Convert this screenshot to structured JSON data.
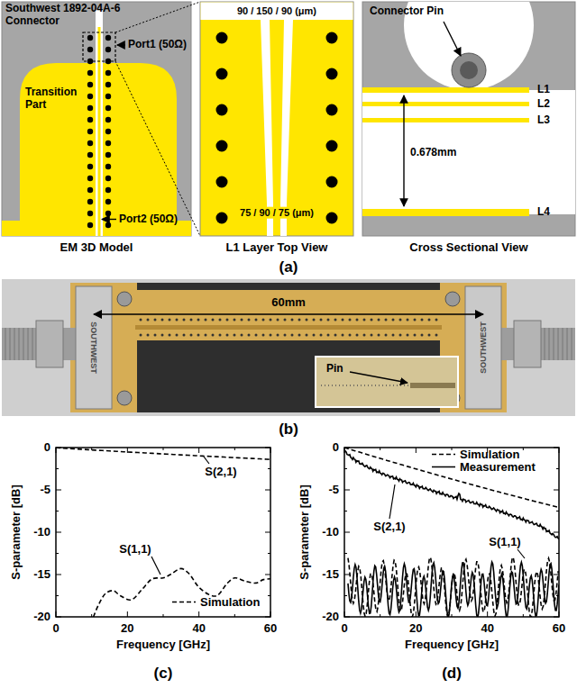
{
  "diagram": {
    "labels": [
      "Southwest 1892-04A-6 Connector",
      "Transition Part",
      "Port1 (50Ω)",
      "Port2 (50Ω)",
      "EM 3D Model",
      "90 / 150 / 90 (μm)",
      "75 / 90 / 75 (μm)",
      "L1 Layer Top View",
      "Connector Pin",
      "L1",
      "L2",
      "L3",
      "L4",
      "0.678mm",
      "Cross Sectional View",
      "(a)",
      "SOUTHWEST",
      "60mm",
      "SOUTHWEST",
      "Pin",
      "(b)",
      "0",
      "-5",
      "-10",
      "-15",
      "-20",
      "0",
      "20",
      "40",
      "60",
      "S-parameter [dB]",
      "Frequency [GHz]",
      "S(2,1)",
      "S(1,1)",
      "(c)",
      "0",
      "-5",
      "-10",
      "-15",
      "-20",
      "0",
      "20",
      "40",
      "60",
      "S-parameter [dB]",
      "Frequency [GHz]",
      "S(2,1)",
      "S(1,1)",
      "(d)"
    ],
    "legend": [
      {
        "text": "Simulation"
      },
      {
        "text": "Simulation"
      },
      {
        "text": "Measurement"
      }
    ]
  }
}
